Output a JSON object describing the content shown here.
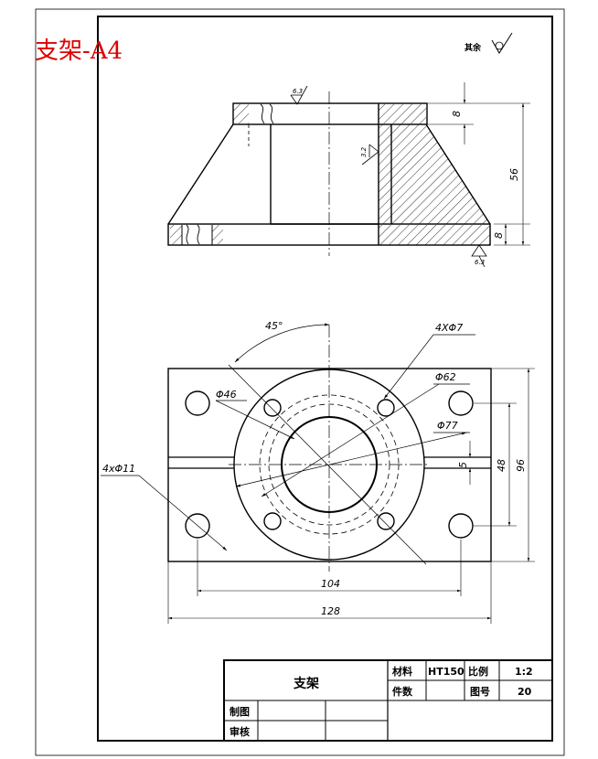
{
  "sheet_title": "支架-A4",
  "title_color": "#dd0000",
  "surface_note": {
    "label": "其余",
    "roughness_top_flange": "6.3",
    "roughness_bore": "3.2",
    "roughness_base": "6.3"
  },
  "front_view_dims": {
    "flange_thickness": "8",
    "overall_height": "56",
    "base_thickness": "8"
  },
  "top_view_dims": {
    "angle": "45°",
    "small_holes": "4XΦ7",
    "bolt_circle": "Φ62",
    "bore": "Φ46",
    "outer_circle": "Φ77",
    "large_holes": "4xΦ11",
    "slot_width": "5",
    "hole_spacing_v": "48",
    "overall_height": "96",
    "hole_spacing_h": "104",
    "overall_width": "128"
  },
  "title_block": {
    "part_name": "支架",
    "material_label": "材料",
    "material_value": "HT150",
    "scale_label": "比例",
    "scale_value": "1:2",
    "qty_label": "件数",
    "drawing_no_label": "图号",
    "drawing_no_value": "20",
    "drawn_label": "制图",
    "checked_label": "审核"
  }
}
